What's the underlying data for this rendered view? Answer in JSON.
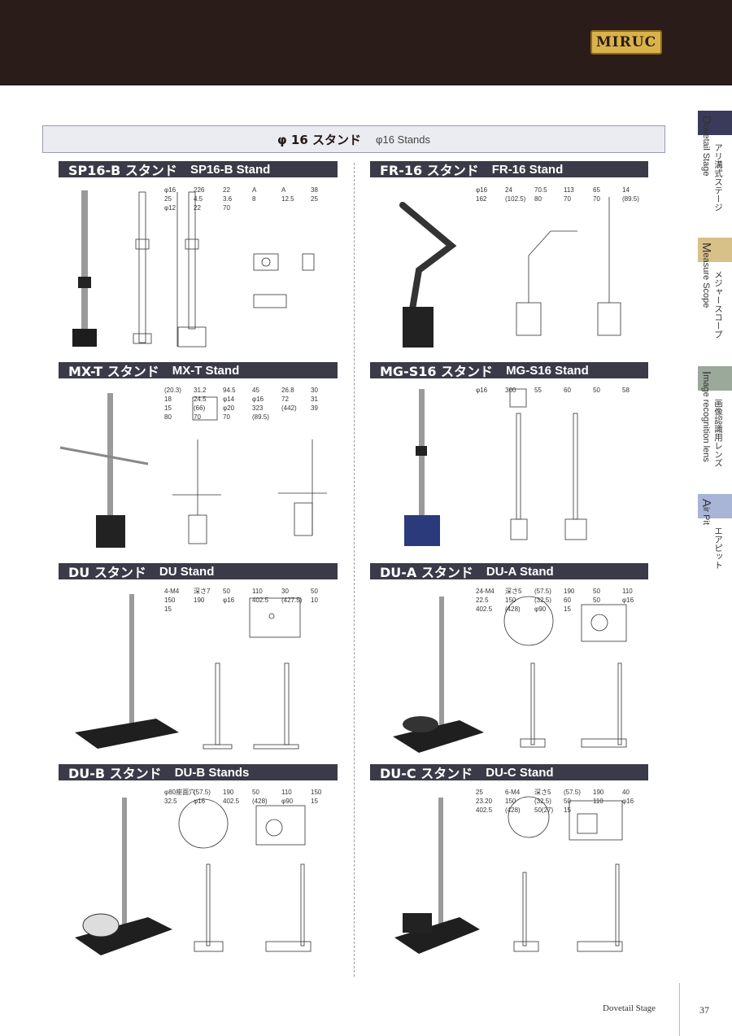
{
  "brand": {
    "logo_text": "MIRUC",
    "logo_color": "#d9b24a",
    "bar_color": "#2a1c18"
  },
  "page_title": {
    "jp": "φ 16 スタンド",
    "en": "φ16 Stands"
  },
  "sections": [
    {
      "jp": "SP16-B スタンド",
      "en": "SP16-B Stand",
      "dims": [
        "φ16",
        "226",
        "22",
        "A",
        "A",
        "38",
        "25",
        "4.5",
        "3.6",
        "8",
        "12.5",
        "25",
        "φ12",
        "22",
        "70"
      ]
    },
    {
      "jp": "FR-16 スタンド",
      "en": "FR-16 Stand",
      "dims": [
        "φ16",
        "24",
        "70.5",
        "113",
        "65",
        "14",
        "162",
        "(102.5)",
        "80",
        "70",
        "70",
        "(89.5)"
      ]
    },
    {
      "jp": "MX-T スタンド",
      "en": "MX-T Stand",
      "dims": [
        "(20.3)",
        "31.2",
        "94.5",
        "45",
        "26.8",
        "30",
        "18",
        "24.5",
        "φ14",
        "φ16",
        "72",
        "31",
        "15",
        "(66)",
        "φ20",
        "323",
        "(442)",
        "39",
        "80",
        "70",
        "70",
        "(89.5)"
      ]
    },
    {
      "jp": "MG-S16 スタンド",
      "en": "MG-S16 Stand",
      "dims": [
        "φ16",
        "300",
        "55",
        "60",
        "50",
        "58"
      ]
    },
    {
      "jp": "DU スタンド",
      "en": "DU Stand",
      "dims": [
        "4-M4",
        "深さ7",
        "50",
        "110",
        "30",
        "50",
        "150",
        "190",
        "φ16",
        "402.5",
        "(427.5)",
        "10",
        "15"
      ]
    },
    {
      "jp": "DU-A スタンド",
      "en": "DU-A Stand",
      "dims": [
        "24-M4",
        "深さ5",
        "(57.5)",
        "190",
        "50",
        "110",
        "22.5",
        "150",
        "(32.5)",
        "60",
        "50",
        "φ16",
        "402.5",
        "(428)",
        "φ90",
        "15"
      ]
    },
    {
      "jp": "DU-B スタンド",
      "en": "DU-B Stands",
      "dims": [
        "φ80座面穴",
        "(57.5)",
        "190",
        "50",
        "110",
        "150",
        "32.5",
        "φ16",
        "402.5",
        "(428)",
        "φ90",
        "15"
      ]
    },
    {
      "jp": "DU-C スタンド",
      "en": "DU-C Stand",
      "dims": [
        "25",
        "6-M4",
        "深さ5",
        "(57.5)",
        "190",
        "40",
        "23.20",
        "150",
        "(32.5)",
        "50",
        "110",
        "φ16",
        "402.5",
        "(428)",
        "50(27)",
        "15"
      ]
    }
  ],
  "side_tabs": [
    {
      "initial": "D",
      "en": "ovetail Stage",
      "jp": "アリ溝式ステージ",
      "color": "#3a3a5a"
    },
    {
      "initial": "M",
      "en": "easure Scope",
      "jp": "メジャースコープ",
      "color": "#d8c089"
    },
    {
      "initial": "I",
      "en": "mage recognition lens",
      "jp": "画像認識用レンズ",
      "color": "#9aa99a"
    },
    {
      "initial": "A",
      "en": "ir Pit",
      "jp": "エアピット",
      "color": "#a9b5d6"
    }
  ],
  "footer": {
    "section_name": "Dovetail Stage",
    "page_number": "37"
  }
}
